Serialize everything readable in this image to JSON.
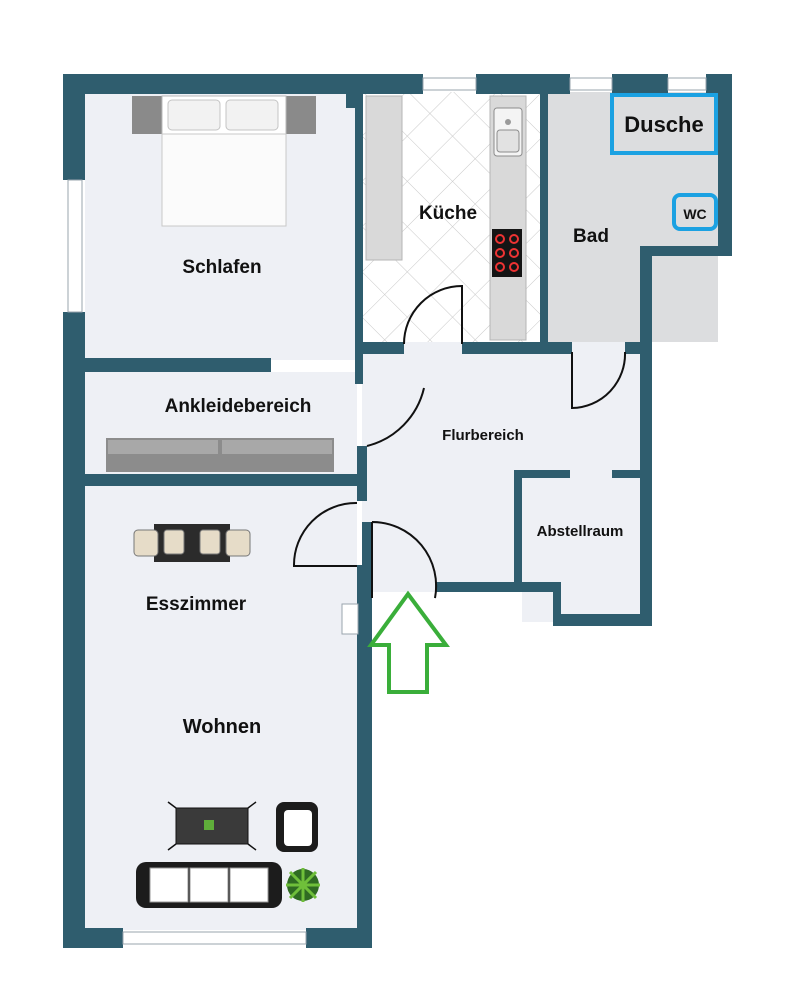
{
  "colors": {
    "wall": "#2f5d6e",
    "floor": "#eef0f5",
    "bath_floor": "#dcdddf",
    "accent_blue": "#1ba1e2",
    "entrance_arrow": "#3aae3a",
    "counter": "#d9d9d9"
  },
  "rooms": {
    "schlafen": "Schlafen",
    "kueche": "Küche",
    "bad": "Bad",
    "dusche": "Dusche",
    "wc": "WC",
    "ankleide": "Ankleidebereich",
    "flur": "Flurbereich",
    "abstell": "Abstellraum",
    "esszimmer": "Esszimmer",
    "wohnen": "Wohnen"
  },
  "icons": {
    "entrance": "entrance-arrow-icon",
    "bed": "double-bed-icon",
    "sink": "kitchen-sink-icon",
    "cooktop": "cooktop-icon",
    "wardrobe": "wardrobe-icon",
    "dining": "dining-table-icon",
    "coffee_table": "coffee-table-icon",
    "armchair": "armchair-icon",
    "sofa": "sofa-icon",
    "plant": "plant-icon"
  }
}
